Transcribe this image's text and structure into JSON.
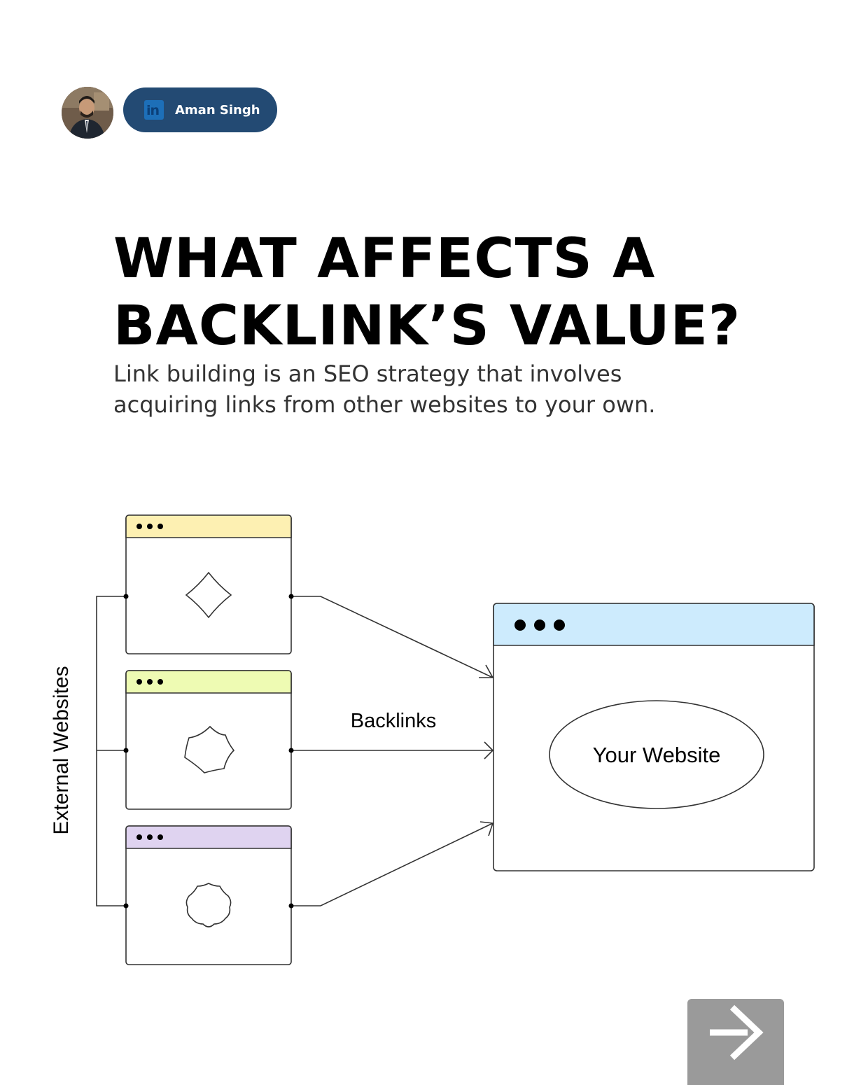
{
  "author": {
    "name": "Aman Singh",
    "social_icon": "linkedin-icon",
    "social_icon_text": "in"
  },
  "title_lines": [
    "WHAT AFFECTS A",
    "BACKLINK’S VALUE?"
  ],
  "subtitle_lines": [
    "Link building is an SEO strategy that involves",
    "acquiring links from other websites to your own."
  ],
  "diagram": {
    "group_label": "External Websites",
    "edge_label": "Backlinks",
    "target_label": "Your Website",
    "external_sites": [
      {
        "header_color": "#fdf0b2"
      },
      {
        "header_color": "#eefbb3"
      },
      {
        "header_color": "#dfd3f0"
      }
    ],
    "target_header_color": "#cdebfd"
  },
  "next_button": {
    "icon": "arrow-right-icon",
    "color": "#9a9a9a"
  },
  "colors": {
    "chip": "#234a73",
    "linkedin": "#1d6fb8"
  }
}
